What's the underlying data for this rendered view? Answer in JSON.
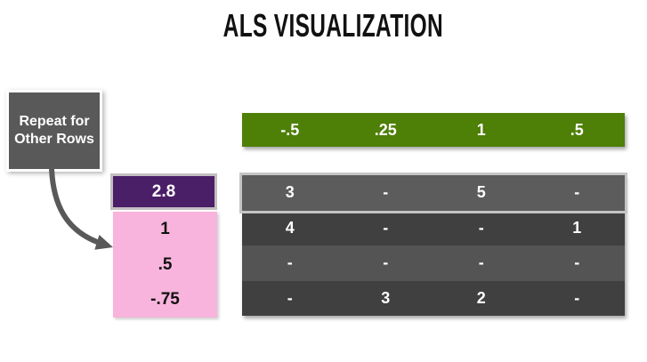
{
  "title": "ALS VISUALIZATION",
  "note_box": {
    "line1": "Repeat for",
    "line2": "Other Rows"
  },
  "user_vector": {
    "solved_value": "2.8",
    "values": [
      "1",
      ".5",
      "-.75"
    ]
  },
  "item_vector": {
    "values": [
      "-.5",
      ".25",
      "1",
      ".5"
    ]
  },
  "matrix": {
    "rows": [
      [
        "3",
        "-",
        "5",
        "-"
      ],
      [
        "4",
        "-",
        "-",
        "1"
      ],
      [
        "-",
        "-",
        "-",
        "-"
      ],
      [
        "-",
        "3",
        "2",
        "-"
      ]
    ]
  },
  "colors": {
    "purple_header": "#4b1e68",
    "pink_body": "#f8b4dc",
    "green_row": "#4e7f06",
    "note_gray": "#595959",
    "matrix_row_light": "#5c5c5c",
    "matrix_row_mid": "#545454",
    "matrix_row_dark": "#404040",
    "highlight_border": "#c6c3c3"
  }
}
